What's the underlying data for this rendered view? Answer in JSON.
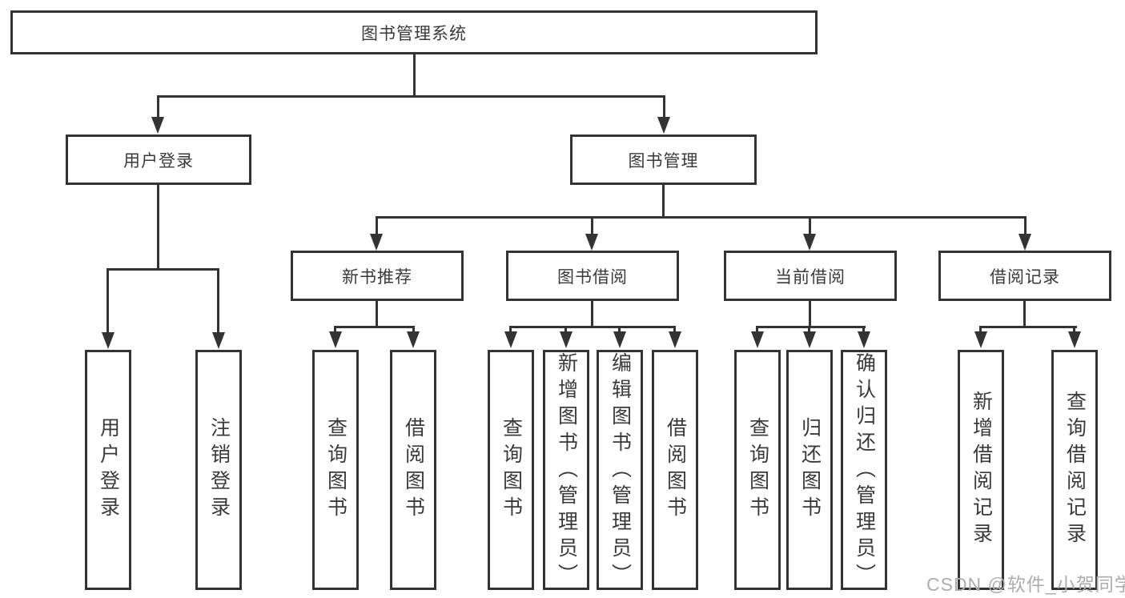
{
  "tree": {
    "root": {
      "label": "图书管理系统"
    },
    "login": {
      "label": "用户登录",
      "leaves": [
        {
          "label": "用户登录"
        },
        {
          "label": "注销登录"
        }
      ]
    },
    "management": {
      "label": "图书管理",
      "sections": [
        {
          "label": "新书推荐",
          "leaves": [
            {
              "label": "查询图书"
            },
            {
              "label": "借阅图书"
            }
          ]
        },
        {
          "label": "图书借阅",
          "leaves": [
            {
              "label": "查询图书"
            },
            {
              "label": "新增图书（管理员）"
            },
            {
              "label": "编辑图书（管理员）"
            },
            {
              "label": "借阅图书"
            }
          ]
        },
        {
          "label": "当前借阅",
          "leaves": [
            {
              "label": "查询图书"
            },
            {
              "label": "归还图书"
            },
            {
              "label": "确认归还（管理员）"
            }
          ]
        },
        {
          "label": "借阅记录",
          "leaves": [
            {
              "label": "新增借阅记录"
            },
            {
              "label": "查询借阅记录"
            }
          ]
        }
      ]
    }
  },
  "watermark": "CSDN @软件_小贺同学",
  "colors": {
    "line": "#333333",
    "text": "#3a3a3a",
    "watermark": "#adadad",
    "background": "#ffffff"
  }
}
